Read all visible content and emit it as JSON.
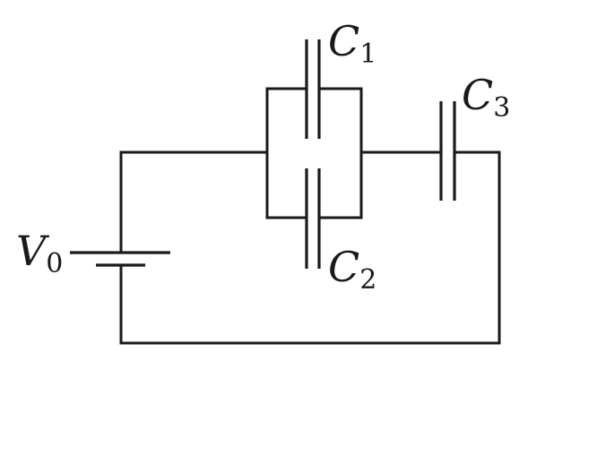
{
  "components": {
    "c1": {
      "symbol": "C",
      "subscript": "1"
    },
    "c2": {
      "symbol": "C",
      "subscript": "2"
    },
    "c3": {
      "symbol": "C",
      "subscript": "3"
    },
    "v0": {
      "symbol": "V",
      "subscript": "0"
    }
  },
  "colors": {
    "ink": "#1a1a1a",
    "background": "#ffffff"
  }
}
